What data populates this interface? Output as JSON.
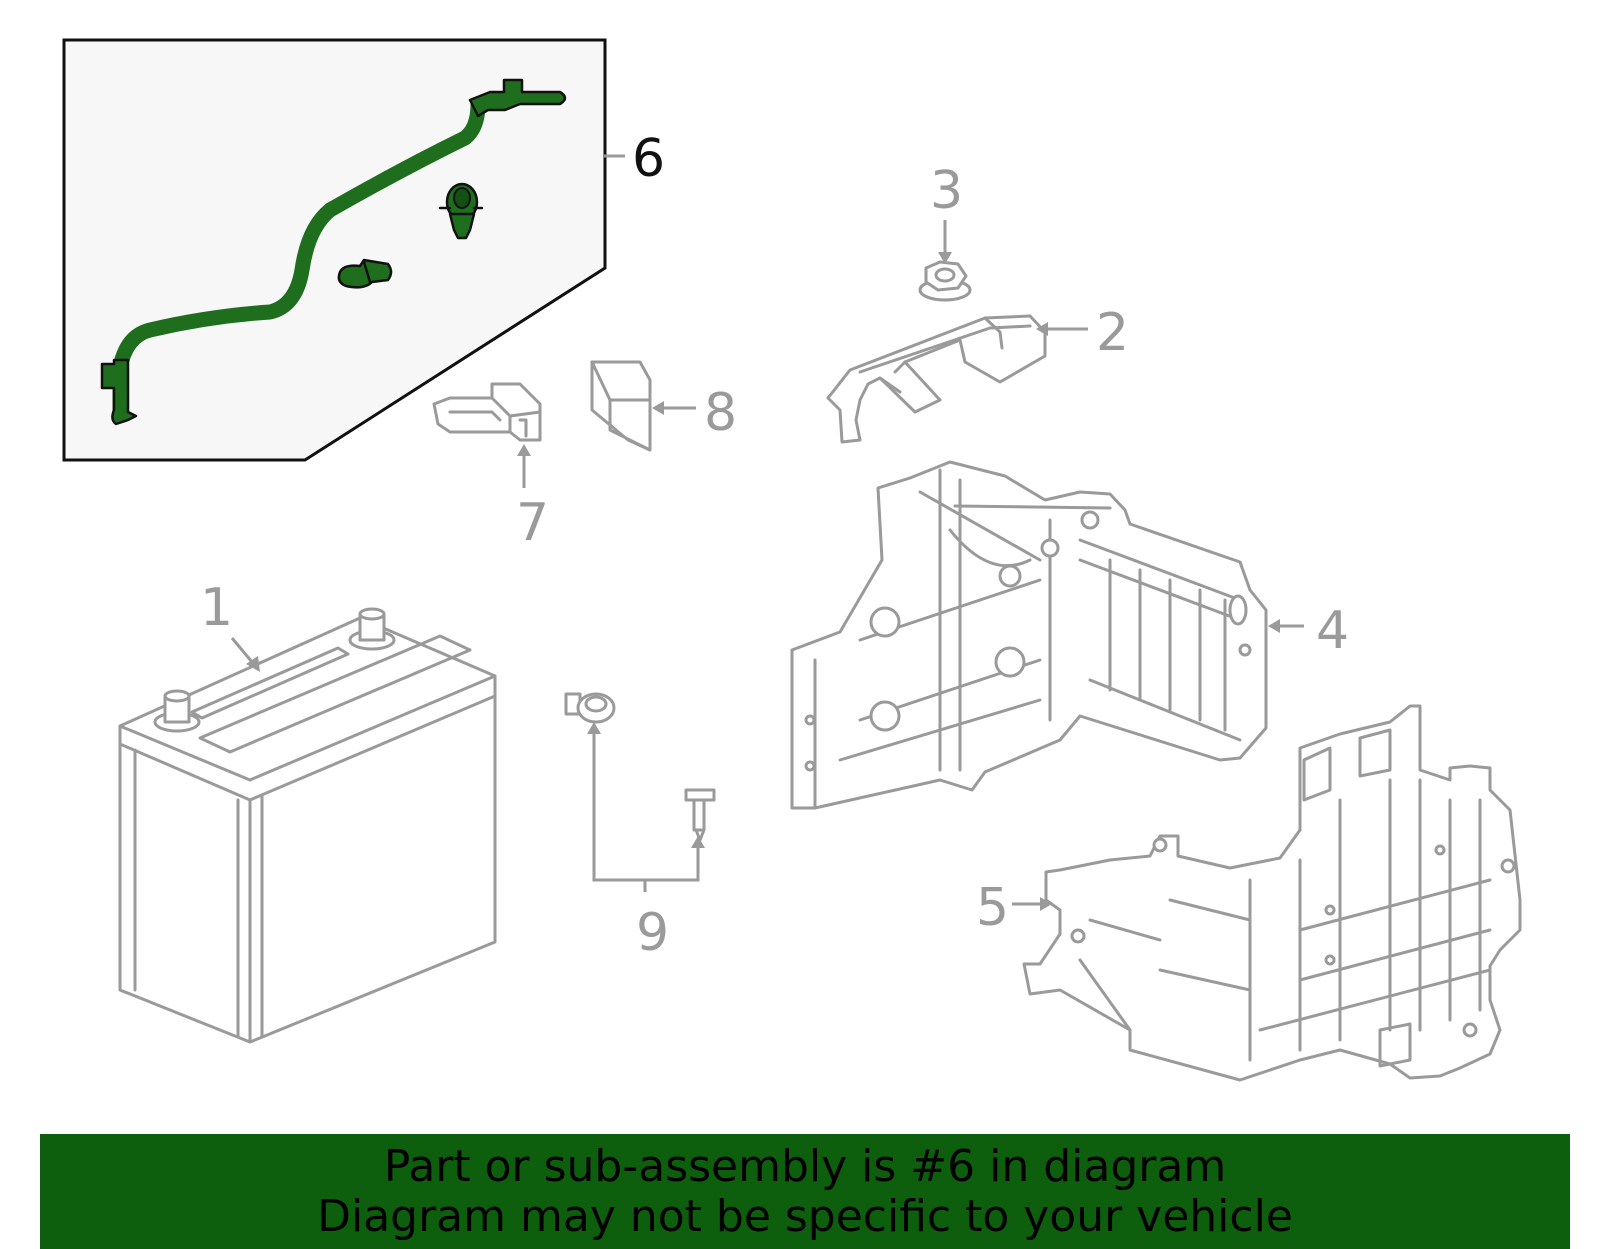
{
  "callouts": {
    "c1": "1",
    "c2": "2",
    "c3": "3",
    "c4": "4",
    "c5": "5",
    "c6": "6",
    "c7": "7",
    "c8": "8",
    "c9": "9"
  },
  "highlight_part": "6",
  "colors": {
    "highlight": "#1e6e1e",
    "banner_bg": "#0d5f0d",
    "part_stroke": "#9a9a9a",
    "inset_bg": "#f7f7f7"
  },
  "banner": {
    "line1": "Part or sub-assembly is #6 in diagram",
    "line2": "Diagram may not be specific to your vehicle"
  }
}
